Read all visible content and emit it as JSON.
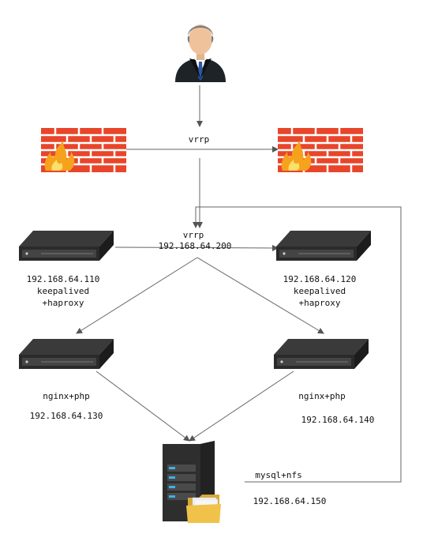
{
  "diagram": {
    "top_link_label": "vrrp",
    "vip_label": "vrrp",
    "vip_ip": "192.168.64.200",
    "lb1": {
      "ip": "192.168.64.110",
      "line2": "keepalived",
      "line3": "+haproxy"
    },
    "lb2": {
      "ip": "192.168.64.120",
      "line2": "keepalived",
      "line3": "+haproxy"
    },
    "web1": {
      "role": "nginx+php",
      "ip": "192.168.64.130"
    },
    "web2": {
      "role": "nginx+php",
      "ip": "192.168.64.140"
    },
    "db": {
      "role": "mysql+nfs",
      "ip": "192.168.64.150"
    }
  },
  "icons": [
    "user-icon",
    "firewall-icon",
    "rack-server-icon",
    "tower-server-icon",
    "folder-icon"
  ],
  "colors": {
    "line": "#666666",
    "brick": "#e8452a",
    "mortar": "#ffffff",
    "flame": "#f6a21d",
    "server_dark": "#2c2c2c",
    "server_light": "#555555",
    "folder": "#f0c24a",
    "drive_led": "#3fb0e6"
  }
}
